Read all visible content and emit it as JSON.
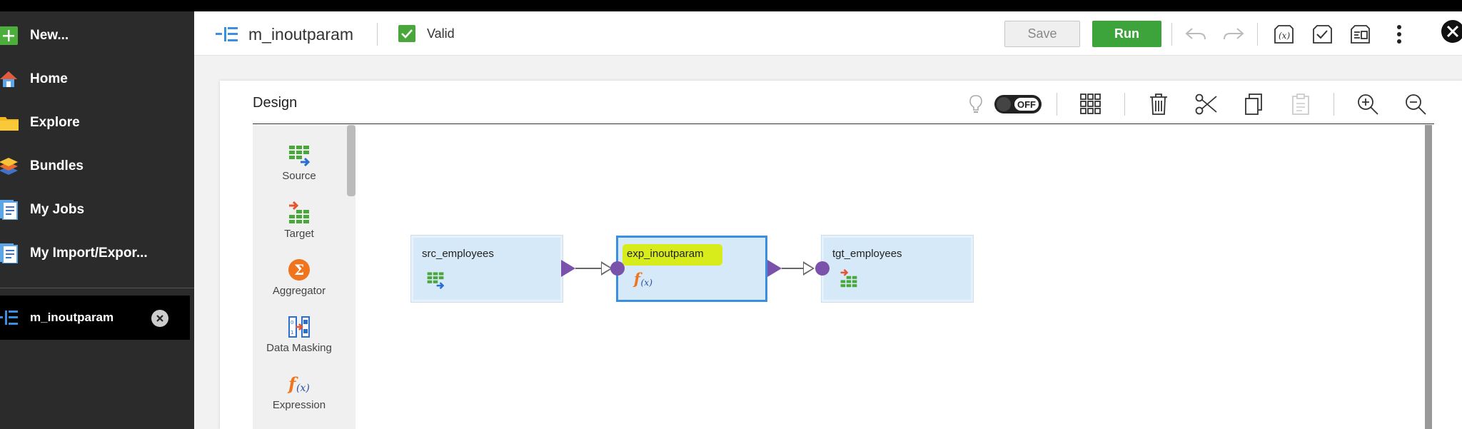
{
  "sidebar": {
    "items": [
      {
        "label": "New...",
        "icon": "plus-icon"
      },
      {
        "label": "Home",
        "icon": "home-icon"
      },
      {
        "label": "Explore",
        "icon": "folder-icon"
      },
      {
        "label": "Bundles",
        "icon": "layers-icon"
      },
      {
        "label": "My Jobs",
        "icon": "jobs-icon"
      },
      {
        "label": "My Import/Expor...",
        "icon": "import-export-icon"
      }
    ],
    "active_tab": {
      "label": "m_inoutparam",
      "icon": "mapping-icon"
    }
  },
  "header": {
    "title": "m_inoutparam",
    "status": "Valid",
    "save_label": "Save",
    "run_label": "Run"
  },
  "design": {
    "title": "Design",
    "toggle_label": "OFF"
  },
  "palette": {
    "items": [
      {
        "label": "Source",
        "icon": "source-icon"
      },
      {
        "label": "Target",
        "icon": "target-icon"
      },
      {
        "label": "Aggregator",
        "icon": "aggregator-icon"
      },
      {
        "label": "Data Masking",
        "icon": "data-masking-icon"
      },
      {
        "label": "Expression",
        "icon": "expression-icon"
      }
    ]
  },
  "nodes": [
    {
      "label": "src_employees",
      "icon": "source-icon"
    },
    {
      "label": "exp_inoutparam",
      "icon": "expression-icon",
      "selected": true
    },
    {
      "label": "tgt_employees",
      "icon": "target-icon"
    }
  ],
  "colors": {
    "run": "#3ca43a",
    "valid": "#48a63a",
    "node_fill": "#d6e9f8",
    "node_selected_border": "#3b8fe0",
    "port": "#7b52ab",
    "highlight": "#d7ec1a"
  }
}
